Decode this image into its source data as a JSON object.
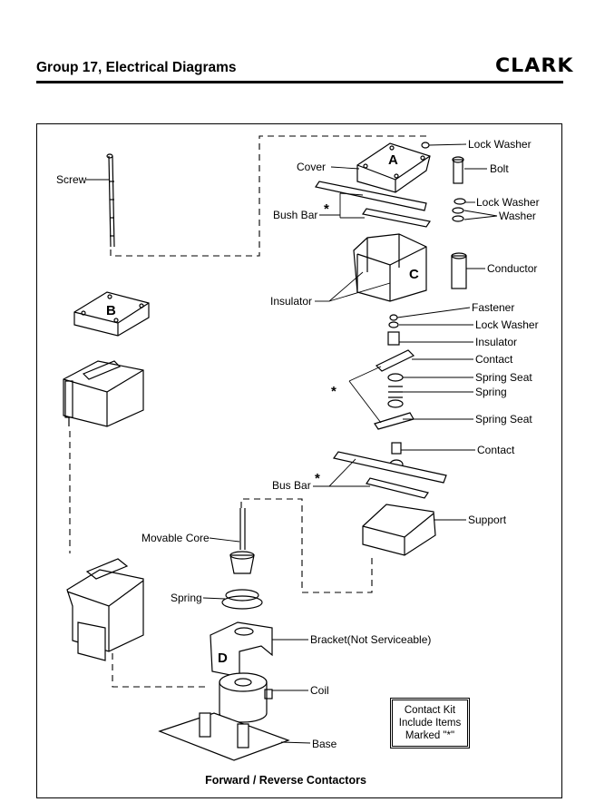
{
  "header": {
    "title": "Group 17, Electrical Diagrams",
    "brand": "CLARK"
  },
  "diagram": {
    "caption": "Forward / Reverse Contactors",
    "letters": {
      "a": "A",
      "b": "B",
      "c": "C",
      "d": "D"
    },
    "asterisk": "*",
    "labels": {
      "lock_washer_top": "Lock Washer",
      "cover": "Cover",
      "bolt": "Bolt",
      "screw": "Screw",
      "lock_washer_2": "Lock Washer",
      "washer": "Washer",
      "bush_bar": "Bush Bar",
      "conductor": "Conductor",
      "insulator_1": "Insulator",
      "fastener": "Fastener",
      "lock_washer_3": "Lock Washer",
      "insulator_2": "Insulator",
      "contact_1": "Contact",
      "spring_seat_1": "Spring Seat",
      "spring_1": "Spring",
      "spring_seat_2": "Spring Seat",
      "contact_2": "Contact",
      "bus_bar": "Bus Bar",
      "support": "Support",
      "movable_core": "Movable Core",
      "spring_2": "Spring",
      "bracket": "Bracket(Not Serviceable)",
      "coil": "Coil",
      "base": "Base"
    },
    "kit_note": {
      "line1": "Contact Kit",
      "line2": "Include Items",
      "line3": "Marked \"*\""
    }
  }
}
